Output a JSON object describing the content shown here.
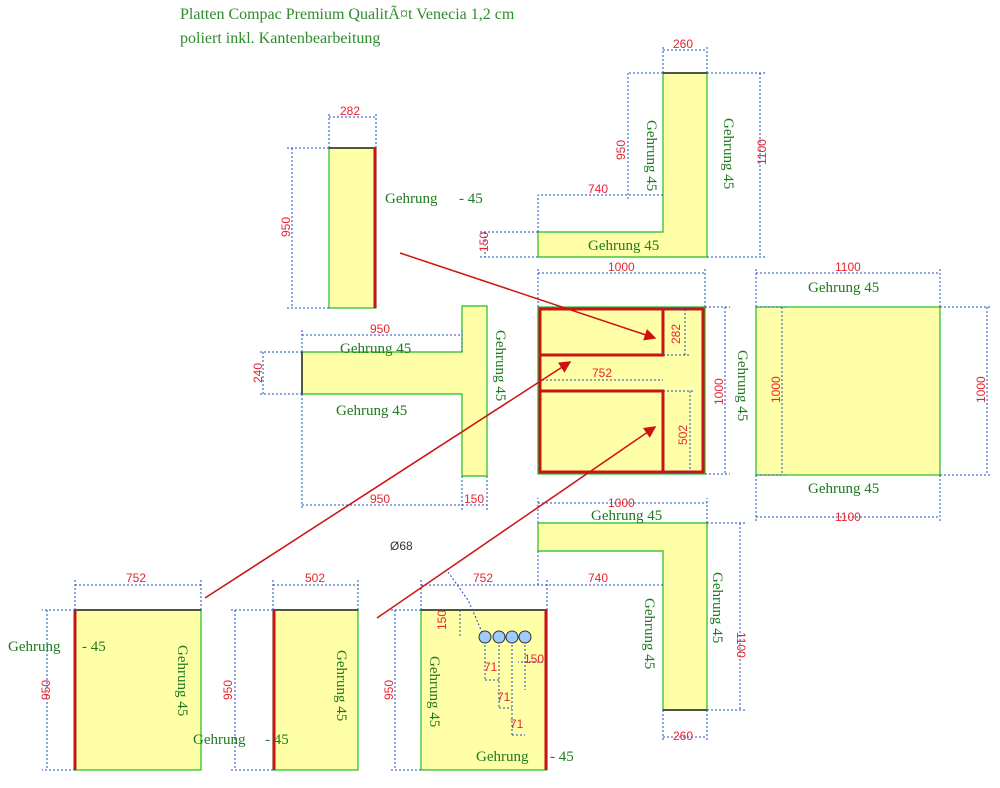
{
  "header": {
    "line1": "Platten Compac Premium QualitÃ¤t Venecia 1,2 cm",
    "line2": "poliert inkl. Kantenbearbeitung"
  },
  "labels": {
    "gehrung45": "Gehrung 45",
    "gehrung_minus": "Gehrung",
    "minus45": "- 45",
    "diameter": "Ø68"
  },
  "dims": {
    "d260": "260",
    "d282": "282",
    "d950": "950",
    "d1100": "1100",
    "d740": "740",
    "d150": "150",
    "d1000": "1000",
    "d240": "240",
    "d752": "752",
    "d502": "502",
    "d71": "71"
  },
  "colors": {
    "panel_fill": "#ffffa8",
    "panel_edge": "#22bb22",
    "dim_line": "#1a4fbf",
    "dim_text": "#e8242f",
    "arrow": "#d01010",
    "label": "#1f7a1f"
  }
}
